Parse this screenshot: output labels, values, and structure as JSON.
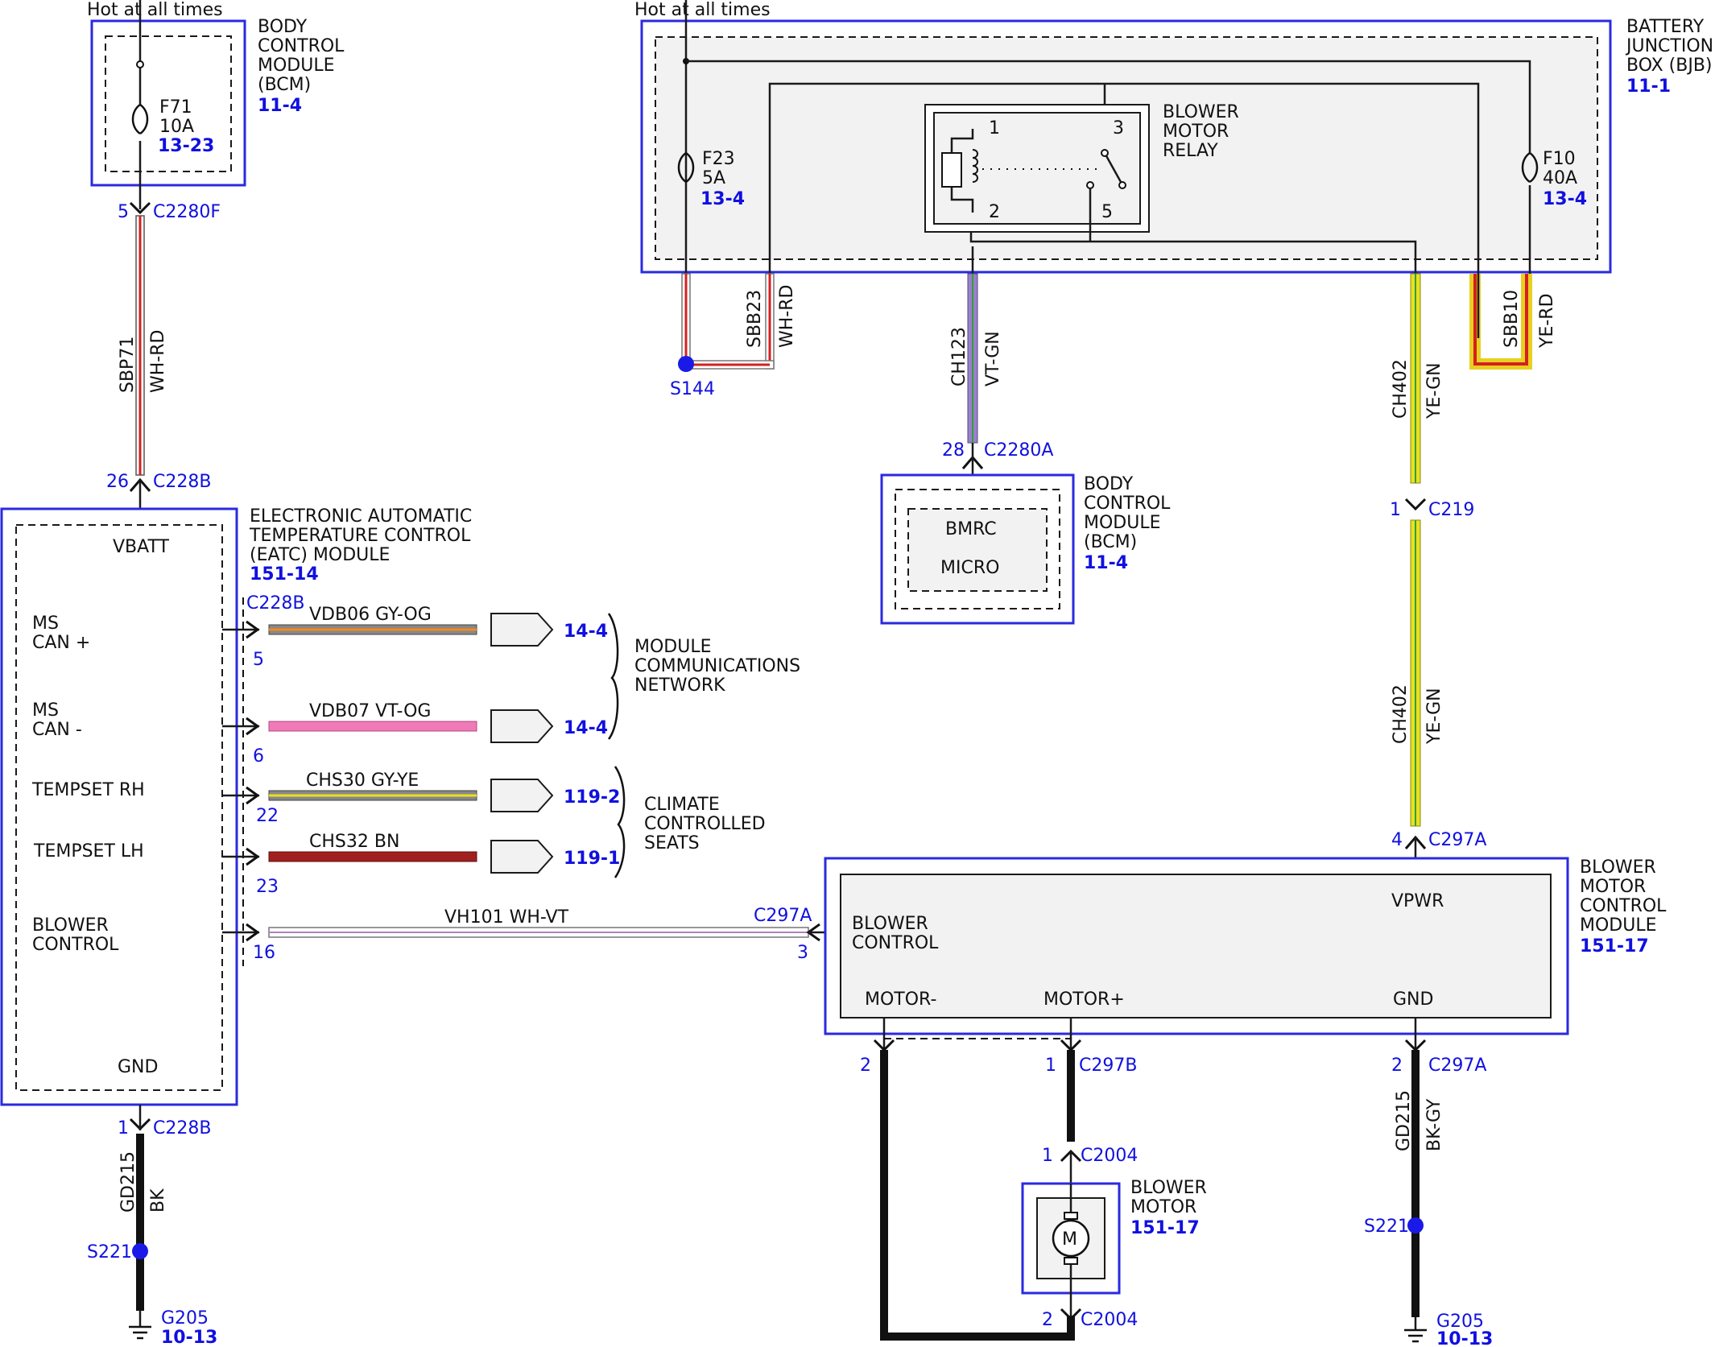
{
  "hot_left": "Hot at all times",
  "hot_right": "Hot at all times",
  "bcm_top": {
    "label": [
      "BODY",
      "CONTROL",
      "MODULE",
      "(BCM)"
    ],
    "ref": "11-4",
    "fuse": "F71",
    "fuse_amp": "10A",
    "fuse_ref": "13-23",
    "pin": "5",
    "connector": "C2280F"
  },
  "wire_sbp71": {
    "circuit": "SBP71",
    "color": "WH-RD"
  },
  "eatc": {
    "top_pin": "26",
    "top_connector": "C228B",
    "label": [
      "ELECTRONIC AUTOMATIC",
      "TEMPERATURE CONTROL",
      "(EATC) MODULE"
    ],
    "ref": "151-14",
    "vbatt": "VBATT",
    "gnd": "GND",
    "ms_can_plus": [
      "MS",
      "CAN +"
    ],
    "ms_can_minus": [
      "MS",
      "CAN -"
    ],
    "tempset_rh": "TEMPSET RH",
    "tempset_lh": "TEMPSET LH",
    "blower_control": [
      "BLOWER",
      "CONTROL"
    ],
    "side_connector": "C228B",
    "pins": [
      "5",
      "6",
      "22",
      "23",
      "16"
    ],
    "gnd_pin": "1",
    "gnd_connector": "C228B"
  },
  "signals": [
    {
      "wire": "VDB06  GY-OG",
      "ref": "14-4"
    },
    {
      "wire": "VDB07  VT-OG",
      "ref": "14-4"
    },
    {
      "wire": "CHS30  GY-YE",
      "ref": "119-2"
    },
    {
      "wire": "CHS32  BN",
      "ref": "119-1"
    }
  ],
  "network_label": [
    "MODULE",
    "COMMUNICATIONS",
    "NETWORK"
  ],
  "seats_label": [
    "CLIMATE",
    "CONTROLLED",
    "SEATS"
  ],
  "blower_wire": {
    "wire": "VH101  WH-VT",
    "connector": "C297A",
    "pin": "3"
  },
  "left_ground": {
    "circuit": "GD215",
    "color": "BK",
    "splice": "S221",
    "ground": "G205",
    "ref": "10-13"
  },
  "bjb": {
    "label": [
      "BATTERY",
      "JUNCTION",
      "BOX (BJB)"
    ],
    "ref": "11-1",
    "f23": "F23",
    "f23_amp": "5A",
    "f23_ref": "13-4",
    "f10": "F10",
    "f10_amp": "40A",
    "f10_ref": "13-4",
    "relay_label": [
      "BLOWER",
      "MOTOR",
      "RELAY"
    ],
    "relay_pins": [
      "1",
      "2",
      "3",
      "5"
    ]
  },
  "splice_s144": "S144",
  "wire_sbb23": {
    "circuit": "SBB23",
    "color": "WH-RD"
  },
  "wire_ch123": {
    "circuit": "CH123",
    "color": "VT-GN",
    "pin": "28",
    "connector": "C2280A"
  },
  "wire_sbb10": {
    "circuit": "SBB10",
    "color": "YE-RD"
  },
  "wire_ch402_a": {
    "circuit": "CH402",
    "color": "YE-GN"
  },
  "c219": {
    "pin": "1",
    "connector": "C219"
  },
  "wire_ch402_b": {
    "circuit": "CH402",
    "color": "YE-GN"
  },
  "bcm_mid": {
    "label": [
      "BODY",
      "CONTROL",
      "MODULE",
      "(BCM)"
    ],
    "ref": "11-4",
    "bmrc": "BMRC",
    "micro": "MICRO"
  },
  "bmcm": {
    "top_pin": "4",
    "top_connector": "C297A",
    "label": [
      "BLOWER",
      "MOTOR",
      "CONTROL",
      "MODULE"
    ],
    "ref": "151-17",
    "vpwr": "VPWR",
    "blower_control": [
      "BLOWER",
      "CONTROL"
    ],
    "motor_minus": "MOTOR-",
    "motor_plus": "MOTOR+",
    "gnd": "GND"
  },
  "motor_conn": {
    "pin_minus": "2",
    "pin_plus": "1",
    "connector": "C297B",
    "c2004_top_pin": "1",
    "c2004_top": "C2004",
    "c2004_bot_pin": "2",
    "c2004_bot": "C2004"
  },
  "blower_motor": {
    "label": [
      "BLOWER",
      "MOTOR"
    ],
    "ref": "151-17",
    "symbol": "M"
  },
  "right_ground": {
    "pin": "2",
    "connector": "C297A",
    "circuit": "GD215",
    "color": "BK-GY",
    "splice": "S221",
    "ground": "G205",
    "ref": "10-13"
  }
}
